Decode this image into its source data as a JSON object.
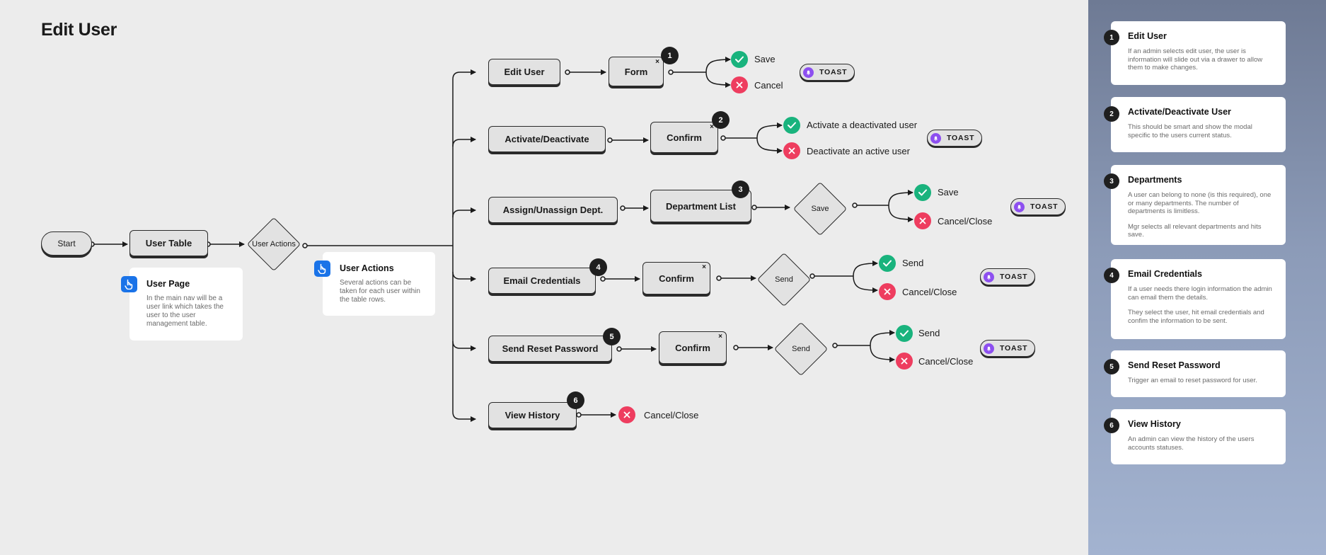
{
  "page": {
    "title": "Edit User"
  },
  "flow": {
    "start": "Start",
    "user_table": "User Table",
    "user_actions_decision": "User Actions",
    "actions": [
      {
        "label": "Edit User",
        "step": "Form",
        "badge": "1",
        "outcomes": [
          "Save",
          "Cancel"
        ],
        "toast": "TOAST"
      },
      {
        "label": "Activate/Deactivate",
        "step": "Confirm",
        "badge": "2",
        "outcomes": [
          "Activate a deactivated user",
          "Deactivate an active user"
        ],
        "toast": "TOAST"
      },
      {
        "label": "Assign/Unassign Dept.",
        "step": "Department List",
        "badge": "3",
        "decision": "Save",
        "outcomes": [
          "Save",
          "Cancel/Close"
        ],
        "toast": "TOAST"
      },
      {
        "label": "Email Credentials",
        "step": "Confirm",
        "badge": "4",
        "decision": "Send",
        "outcomes": [
          "Send",
          "Cancel/Close"
        ],
        "toast": "TOAST"
      },
      {
        "label": "Send Reset Password",
        "step": "Confirm",
        "badge": "5",
        "decision": "Send",
        "outcomes": [
          "Send",
          "Cancel/Close"
        ],
        "toast": "TOAST"
      },
      {
        "label": "View History",
        "badge": "6",
        "outcomes": [
          "Cancel/Close"
        ]
      }
    ],
    "close_glyph": "×"
  },
  "notes": {
    "user_page": {
      "title": "User Page",
      "body": "In the main nav will be a user link which takes the user to the user management table."
    },
    "user_actions": {
      "title": "User Actions",
      "body": "Several actions can be taken for each user within the table rows."
    }
  },
  "panel": {
    "cards": [
      {
        "num": "1",
        "title": "Edit User",
        "body": "If an admin selects edit user, the user is information will slide out via a drawer to allow them to make changes."
      },
      {
        "num": "2",
        "title": "Activate/Deactivate User",
        "body": "This should be smart and show the modal specific to the users current status."
      },
      {
        "num": "3",
        "title": "Departments",
        "body": "A user can belong to none (is this required), one or many departments. The number of departments is limitless.",
        "body2": "Mgr selects all relevant departments and hits save."
      },
      {
        "num": "4",
        "title": "Email Credentials",
        "body": "If a user needs there login information the admin can email them the details.",
        "body2": "They select the user, hit email credentials and confim the information to be sent."
      },
      {
        "num": "5",
        "title": "Send Reset Password",
        "body": "Trigger an email to reset password for user."
      },
      {
        "num": "6",
        "title": "View History",
        "body": "An admin can view the history of the users accounts statuses."
      }
    ]
  },
  "colors": {
    "success": "#19b37d",
    "danger": "#ee3d5f",
    "toast_icon": "#8d4ff0",
    "hand_icon": "#1a73e8",
    "panel_top": "#6e7a94",
    "panel_bottom": "#a3b3d0"
  }
}
